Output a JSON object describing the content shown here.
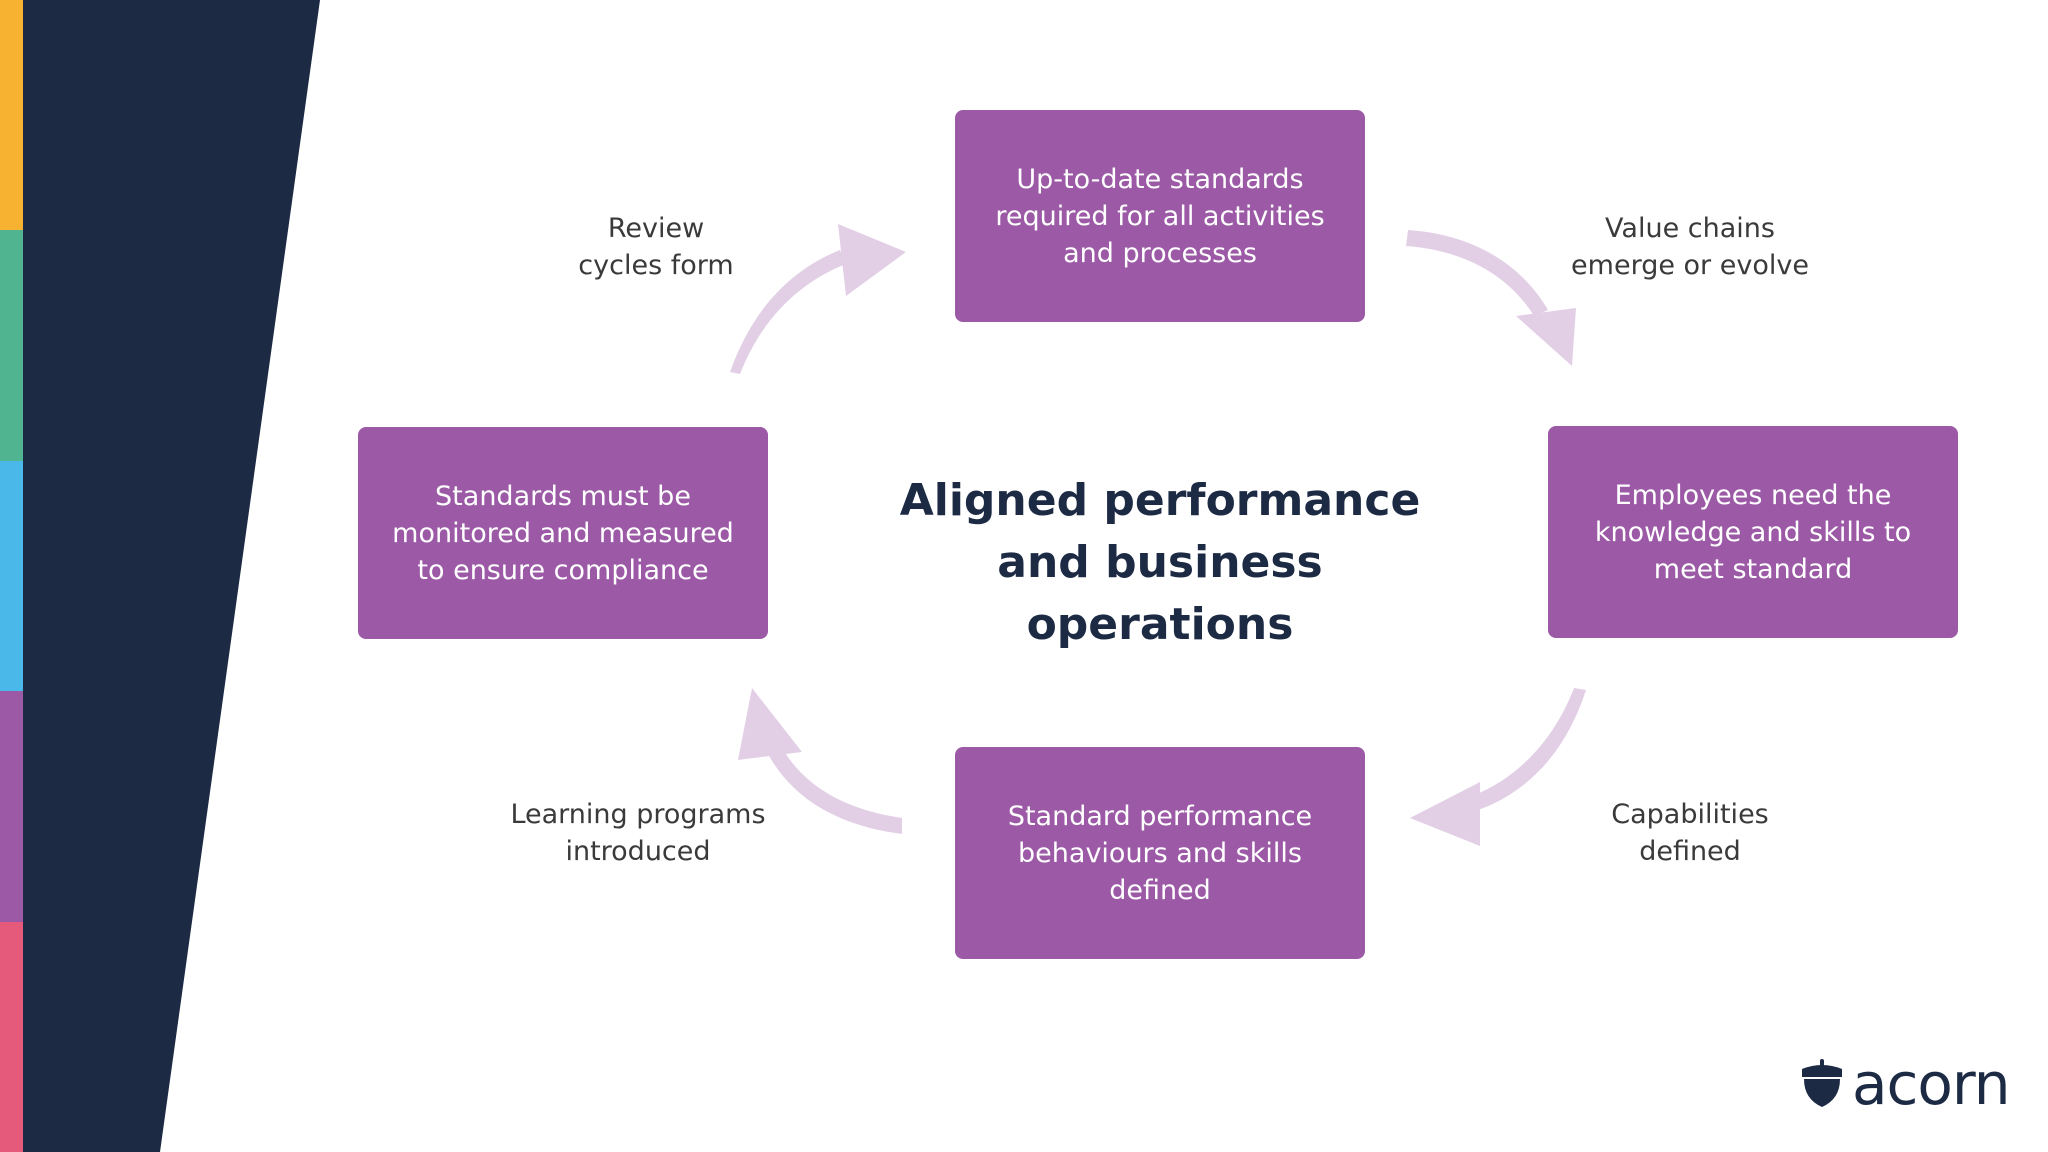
{
  "colors": {
    "panel_dark": "#1c2a44",
    "box_fill": "#9b59a6",
    "arrow_fill": "#e2cfe6",
    "stripes": [
      "#f6b230",
      "#4fb48f",
      "#4ab8e8",
      "#9b59a6",
      "#e55a7a"
    ]
  },
  "center": {
    "line1": "Aligned performance",
    "line2": "and business operations"
  },
  "boxes": {
    "top": [
      "Up-to-date standards",
      "required for all activities",
      "and processes"
    ],
    "right": [
      "Employees need the",
      "knowledge and skills to",
      "meet standard"
    ],
    "bottom": [
      "Standard performance",
      "behaviours and skills",
      "defined"
    ],
    "left": [
      "Standards must be",
      "monitored and measured",
      "to ensure compliance"
    ]
  },
  "labels": {
    "top_left": [
      "Review",
      "cycles form"
    ],
    "top_right": [
      "Value chains",
      "emerge or evolve"
    ],
    "bottom_right": [
      "Capabilities",
      "defined"
    ],
    "bottom_left": [
      "Learning programs",
      "introduced"
    ]
  },
  "logo": {
    "icon": "acorn-icon",
    "text": "acorn"
  }
}
